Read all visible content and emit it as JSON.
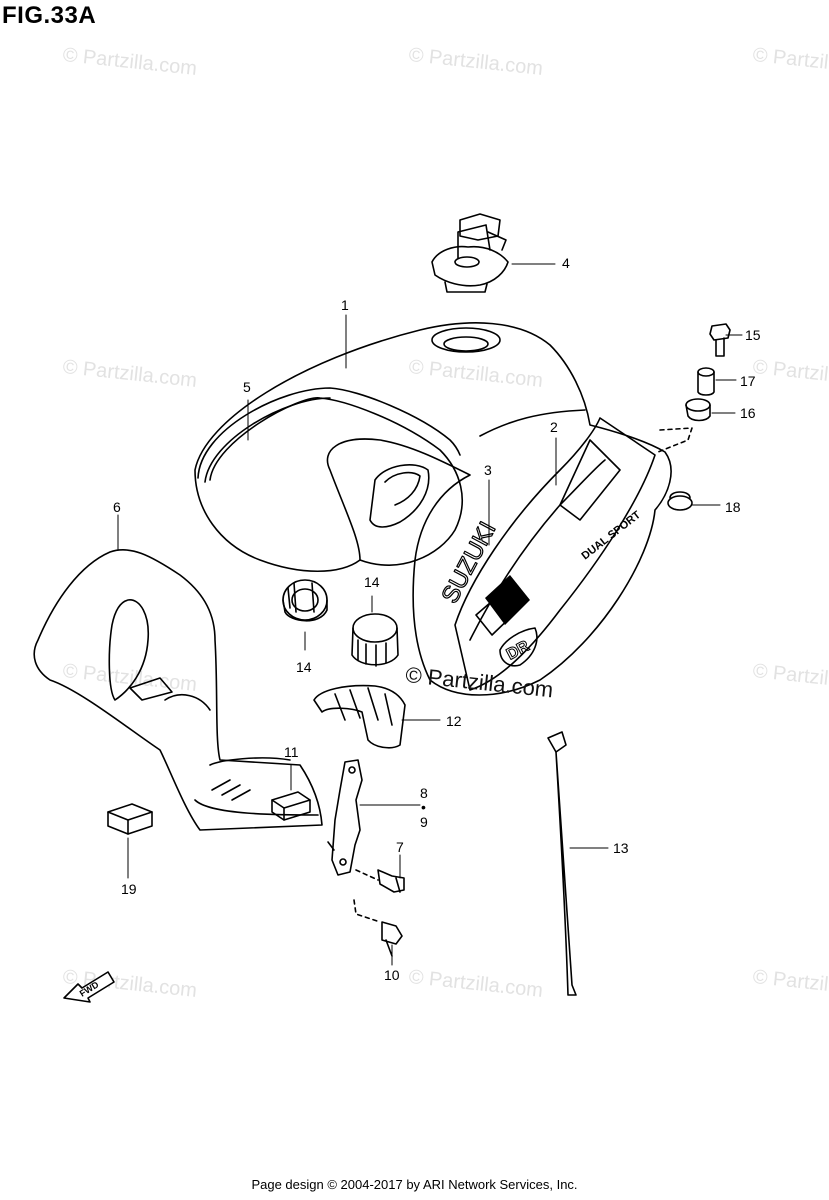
{
  "title": "FIG.33A",
  "watermark": "© Partzilla.com",
  "callouts": [
    "1",
    "2",
    "3",
    "4",
    "5",
    "6",
    "7",
    "8",
    "•",
    "9",
    "10",
    "11",
    "12",
    "13",
    "14",
    "14",
    "15",
    "16",
    "17",
    "18",
    "19"
  ],
  "decal_text": {
    "brand": "SUZUKI",
    "tag": "DUAL SPORT",
    "model": "DR"
  },
  "fwd_label": "FWD",
  "footer": "Page design © 2004-2017 by ARI Network Services, Inc."
}
